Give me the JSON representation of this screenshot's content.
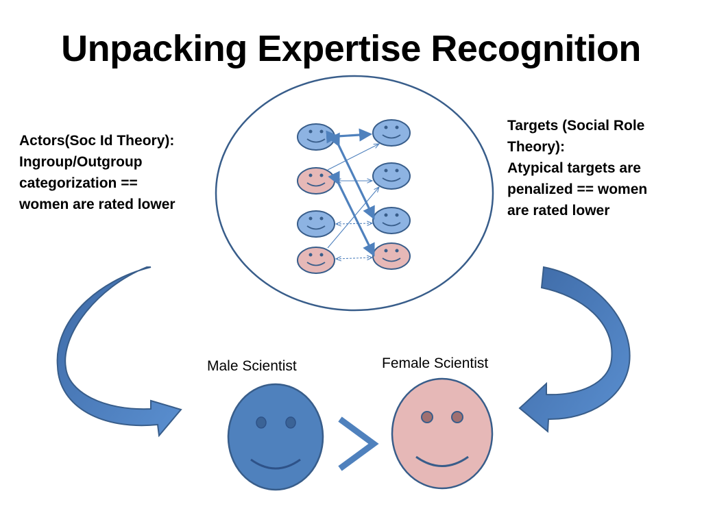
{
  "title": "Unpacking Expertise Recognition",
  "actors": {
    "lines": [
      "Actors(Soc Id Theory):",
      "Ingroup/Outgroup",
      "categorization ==",
      "women are rated lower"
    ]
  },
  "targets": {
    "lines": [
      "Targets (Social Role",
      "Theory):",
      "Atypical targets are",
      "penalized == women",
      "are rated lower"
    ]
  },
  "male_label": "Male Scientist",
  "female_label": "Female Scientist",
  "colors": {
    "male": "#4f7fbf",
    "male_light": "#8db3e2",
    "female": "#e6b8b7",
    "outline": "#385d8a",
    "arrow": "#4f81bd",
    "text": "#000000"
  },
  "comparison_symbol": "greater-than"
}
